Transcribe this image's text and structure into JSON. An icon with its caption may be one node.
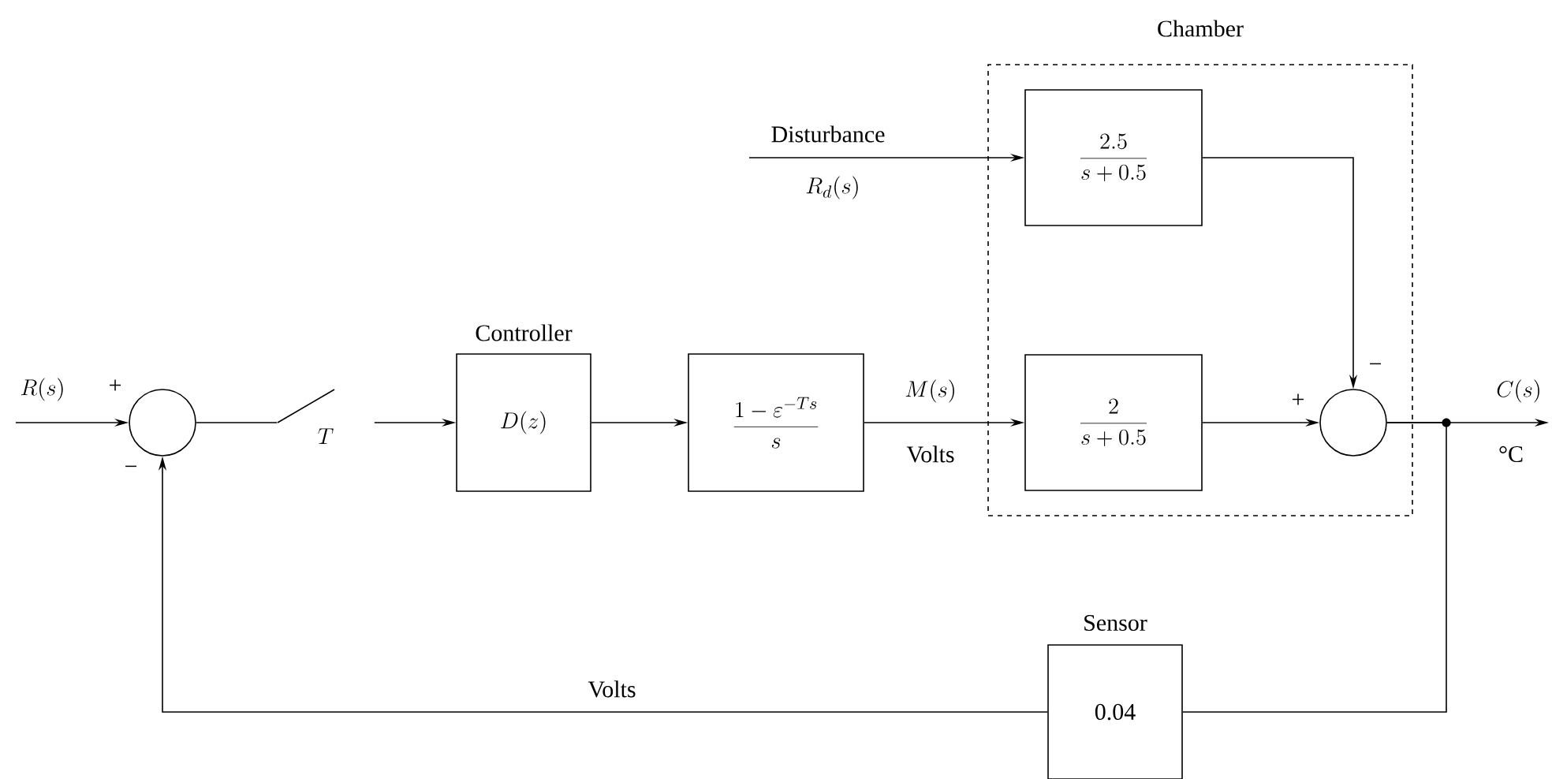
{
  "diagram": {
    "nodes": [
      {
        "text": [],
        "shape": "circle"
      },
      {
        "text": [
          "T"
        ]
      },
      {
        "text": [
          "Controller",
          "D(z)"
        ]
      },
      {
        "text": [
          "\\frac{1-\\varepsilon^{-Ts}}{s}"
        ]
      },
      {
        "text": [
          "Chamber"
        ]
      },
      {
        "text": [
          "\\frac{2.5}{s+0.5}"
        ],
        "in": 4
      },
      {
        "text": [
          "\\frac{2}{s+0.5}"
        ],
        "in": 4
      },
      {
        "text": [],
        "shape": "circle",
        "in": 4
      },
      {
        "text": [
          "Sensor",
          "0.04"
        ]
      }
    ],
    "edges": [
      {
        "from": null,
        "to": 0,
        "arrow": "to",
        "label": "R(s)"
      },
      {
        "from": 0,
        "to": 1,
        "arrow": "none"
      },
      {
        "from": 1,
        "to": 2,
        "arrow": "to"
      },
      {
        "from": 2,
        "to": 3,
        "arrow": "to"
      },
      {
        "from": 3,
        "to": 6,
        "arrow": "to",
        "label": "M(s)"
      },
      {
        "from": null,
        "to": 5,
        "arrow": "to",
        "label": "Disturbance"
      },
      {
        "from": 5,
        "to": 7,
        "arrow": "to"
      },
      {
        "from": 6,
        "to": 7,
        "arrow": "to"
      },
      {
        "from": 7,
        "to": null,
        "arrow": "to",
        "label": "C(s)"
      },
      {
        "from": 7,
        "to": 8,
        "arrow": "none"
      },
      {
        "from": 8,
        "to": 0,
        "arrow": "to",
        "label": "Volts"
      }
    ],
    "labels": [
      "R_d(s)",
      "−",
      "+",
      "+",
      "−",
      "Volts",
      "°C"
    ]
  }
}
